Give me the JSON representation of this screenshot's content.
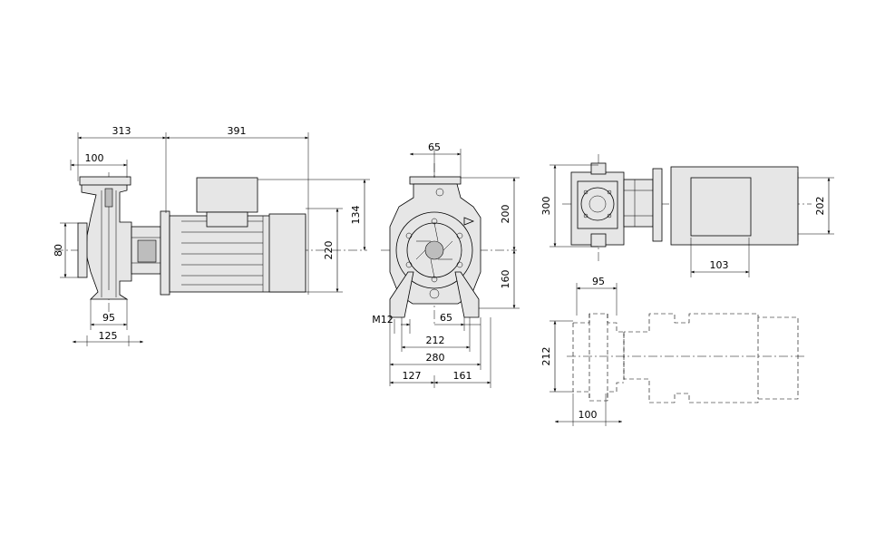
{
  "dimensions": {
    "side": {
      "d313": "313",
      "d391": "391",
      "d100": "100",
      "d80": "80",
      "d95": "95",
      "d125": "125",
      "d134": "134",
      "d220": "220"
    },
    "front": {
      "d65_top": "65",
      "d200": "200",
      "d160": "160",
      "m12": "M12",
      "d65_bottom": "65",
      "d212": "212",
      "d280": "280",
      "d127": "127",
      "d161": "161"
    },
    "top_view": {
      "d300": "300",
      "d202": "202",
      "d103": "103"
    },
    "bottom_view": {
      "d95": "95",
      "d212": "212",
      "d100": "100"
    }
  },
  "colors": {
    "line": "#000000",
    "fill_light": "#e6e6e6",
    "fill_dark": "#bdbdbd",
    "background": "#ffffff"
  }
}
